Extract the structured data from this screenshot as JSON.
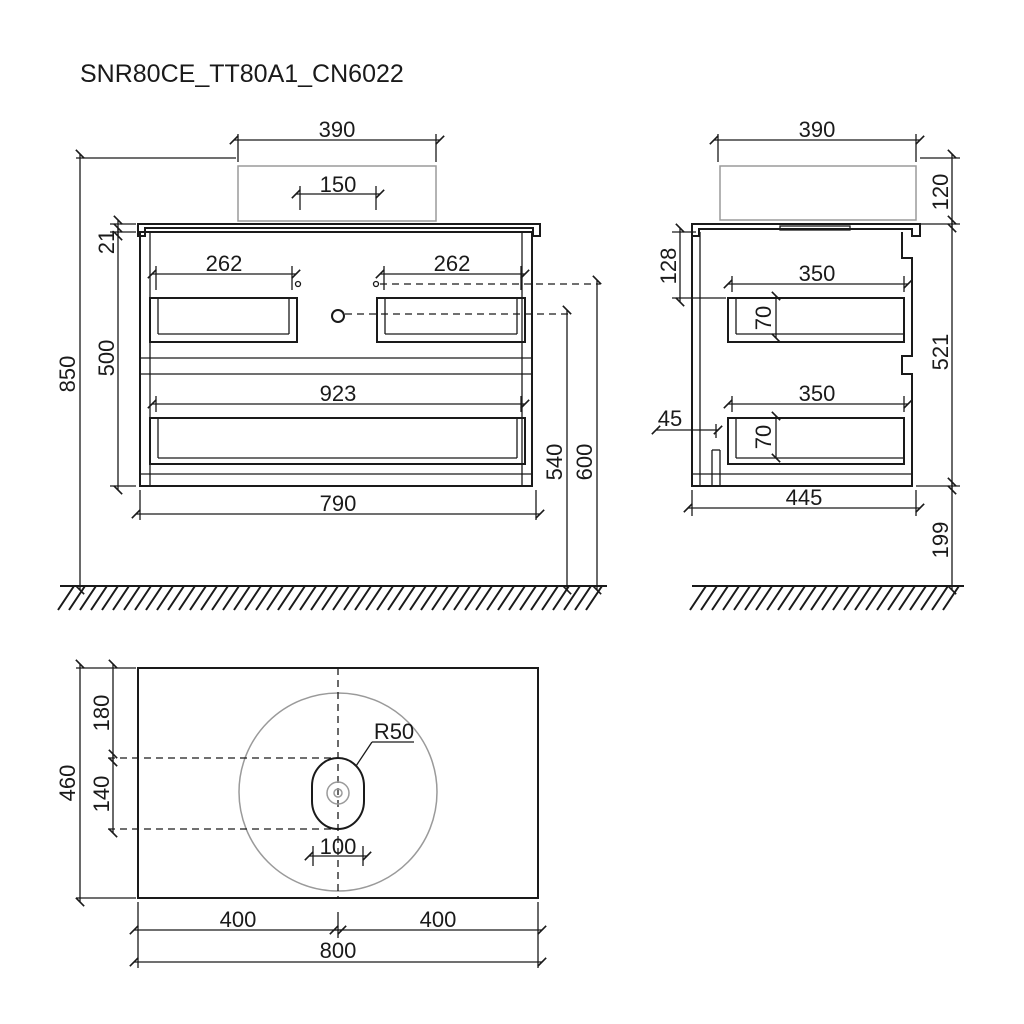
{
  "title": "SNR80CE_TT80A1_CN6022",
  "front_view": {
    "basin_width": "390",
    "drain_spacing": "150",
    "top_thickness": "21",
    "cabinet_height": "500",
    "overall_height": "850",
    "handle_left": "262",
    "handle_right": "262",
    "lower_handle": "923",
    "cabinet_width": "790",
    "drain_height": "540",
    "hook_height": "600"
  },
  "side_view": {
    "basin_width": "390",
    "basin_height": "120",
    "top_drawer_offset": "128",
    "drawer_depth_top": "350",
    "drawer_side_top": "70",
    "cabinet_height": "521",
    "inset": "45",
    "drawer_depth_bottom": "350",
    "drawer_side_bottom": "70",
    "cabinet_depth": "445",
    "floor_clearance": "199"
  },
  "top_view": {
    "depth": "460",
    "front_to_drain": "180",
    "drain_span": "140",
    "radius": "R50",
    "oval_width": "100",
    "left_half": "400",
    "right_half": "400",
    "total_width": "800"
  }
}
